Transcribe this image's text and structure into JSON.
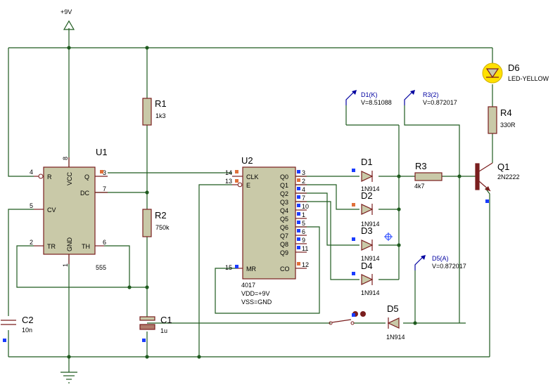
{
  "supply": {
    "label": "+9V"
  },
  "u1": {
    "ref": "U1",
    "type": "555",
    "pins": {
      "r": "R",
      "vcc": "VCC",
      "q": "Q",
      "dc": "DC",
      "cv": "CV",
      "tr": "TR",
      "gnd": "GND",
      "th": "TH"
    },
    "pin_numbers": {
      "r": "4",
      "vcc": "8",
      "q": "3",
      "dc": "7",
      "cv": "5",
      "tr": "2",
      "gnd": "1",
      "th": "6"
    }
  },
  "u2": {
    "ref": "U2",
    "type": "4017",
    "power1": "VDD=+9V",
    "power2": "VSS=GND",
    "pins_left": [
      "CLK",
      "E",
      "MR"
    ],
    "pins_left_numbers": [
      "14",
      "13",
      "15"
    ],
    "pins_right": [
      "Q0",
      "Q1",
      "Q2",
      "Q3",
      "Q4",
      "Q5",
      "Q6",
      "Q7",
      "Q8",
      "Q9",
      "CO"
    ],
    "pins_right_numbers": [
      "3",
      "2",
      "4",
      "7",
      "10",
      "1",
      "5",
      "6",
      "9",
      "11",
      "12"
    ]
  },
  "r1": {
    "ref": "R1",
    "value": "1k3"
  },
  "r2": {
    "ref": "R2",
    "value": "750k"
  },
  "r3": {
    "ref": "R3",
    "value": "4k7"
  },
  "r4": {
    "ref": "R4",
    "value": "330R"
  },
  "c1": {
    "ref": "C1",
    "value": "1u"
  },
  "c2": {
    "ref": "C2",
    "value": "10n"
  },
  "d1": {
    "ref": "D1",
    "value": "1N914"
  },
  "d2": {
    "ref": "D2",
    "value": "1N914"
  },
  "d3": {
    "ref": "D3",
    "value": "1N914"
  },
  "d4": {
    "ref": "D4",
    "value": "1N914"
  },
  "d5": {
    "ref": "D5",
    "value": "1N914"
  },
  "d6": {
    "ref": "D6",
    "value": "LED-YELLOW"
  },
  "q1": {
    "ref": "Q1",
    "value": "2N2222"
  },
  "probes": {
    "d1k": {
      "name": "D1(K)",
      "reading": "V=8.51088"
    },
    "r3_2": {
      "name": "R3(2)",
      "reading": "V=0.872017"
    },
    "d5a": {
      "name": "D5(A)",
      "reading": "V=0.872017"
    }
  },
  "colors": {
    "wire": "#1f5b1f",
    "component": "#7a1e1e",
    "body": "#c9c9a8",
    "pin_marker": "#1a3cff",
    "led": "#ffe000"
  }
}
